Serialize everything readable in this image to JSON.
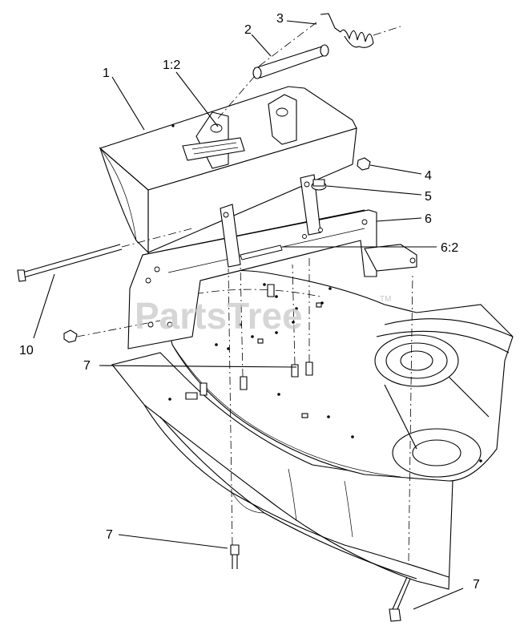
{
  "diagram": {
    "watermark": "PartsTree",
    "watermark_tm": "TM",
    "callouts": [
      {
        "id": "c1",
        "label": "1"
      },
      {
        "id": "c1-2",
        "label": "1:2"
      },
      {
        "id": "c2",
        "label": "2"
      },
      {
        "id": "c3",
        "label": "3"
      },
      {
        "id": "c4",
        "label": "4"
      },
      {
        "id": "c5",
        "label": "5"
      },
      {
        "id": "c6",
        "label": "6"
      },
      {
        "id": "c6-2",
        "label": "6:2"
      },
      {
        "id": "c7a",
        "label": "7"
      },
      {
        "id": "c7b",
        "label": "7"
      },
      {
        "id": "c7c",
        "label": "7"
      },
      {
        "id": "c10",
        "label": "10"
      }
    ]
  }
}
